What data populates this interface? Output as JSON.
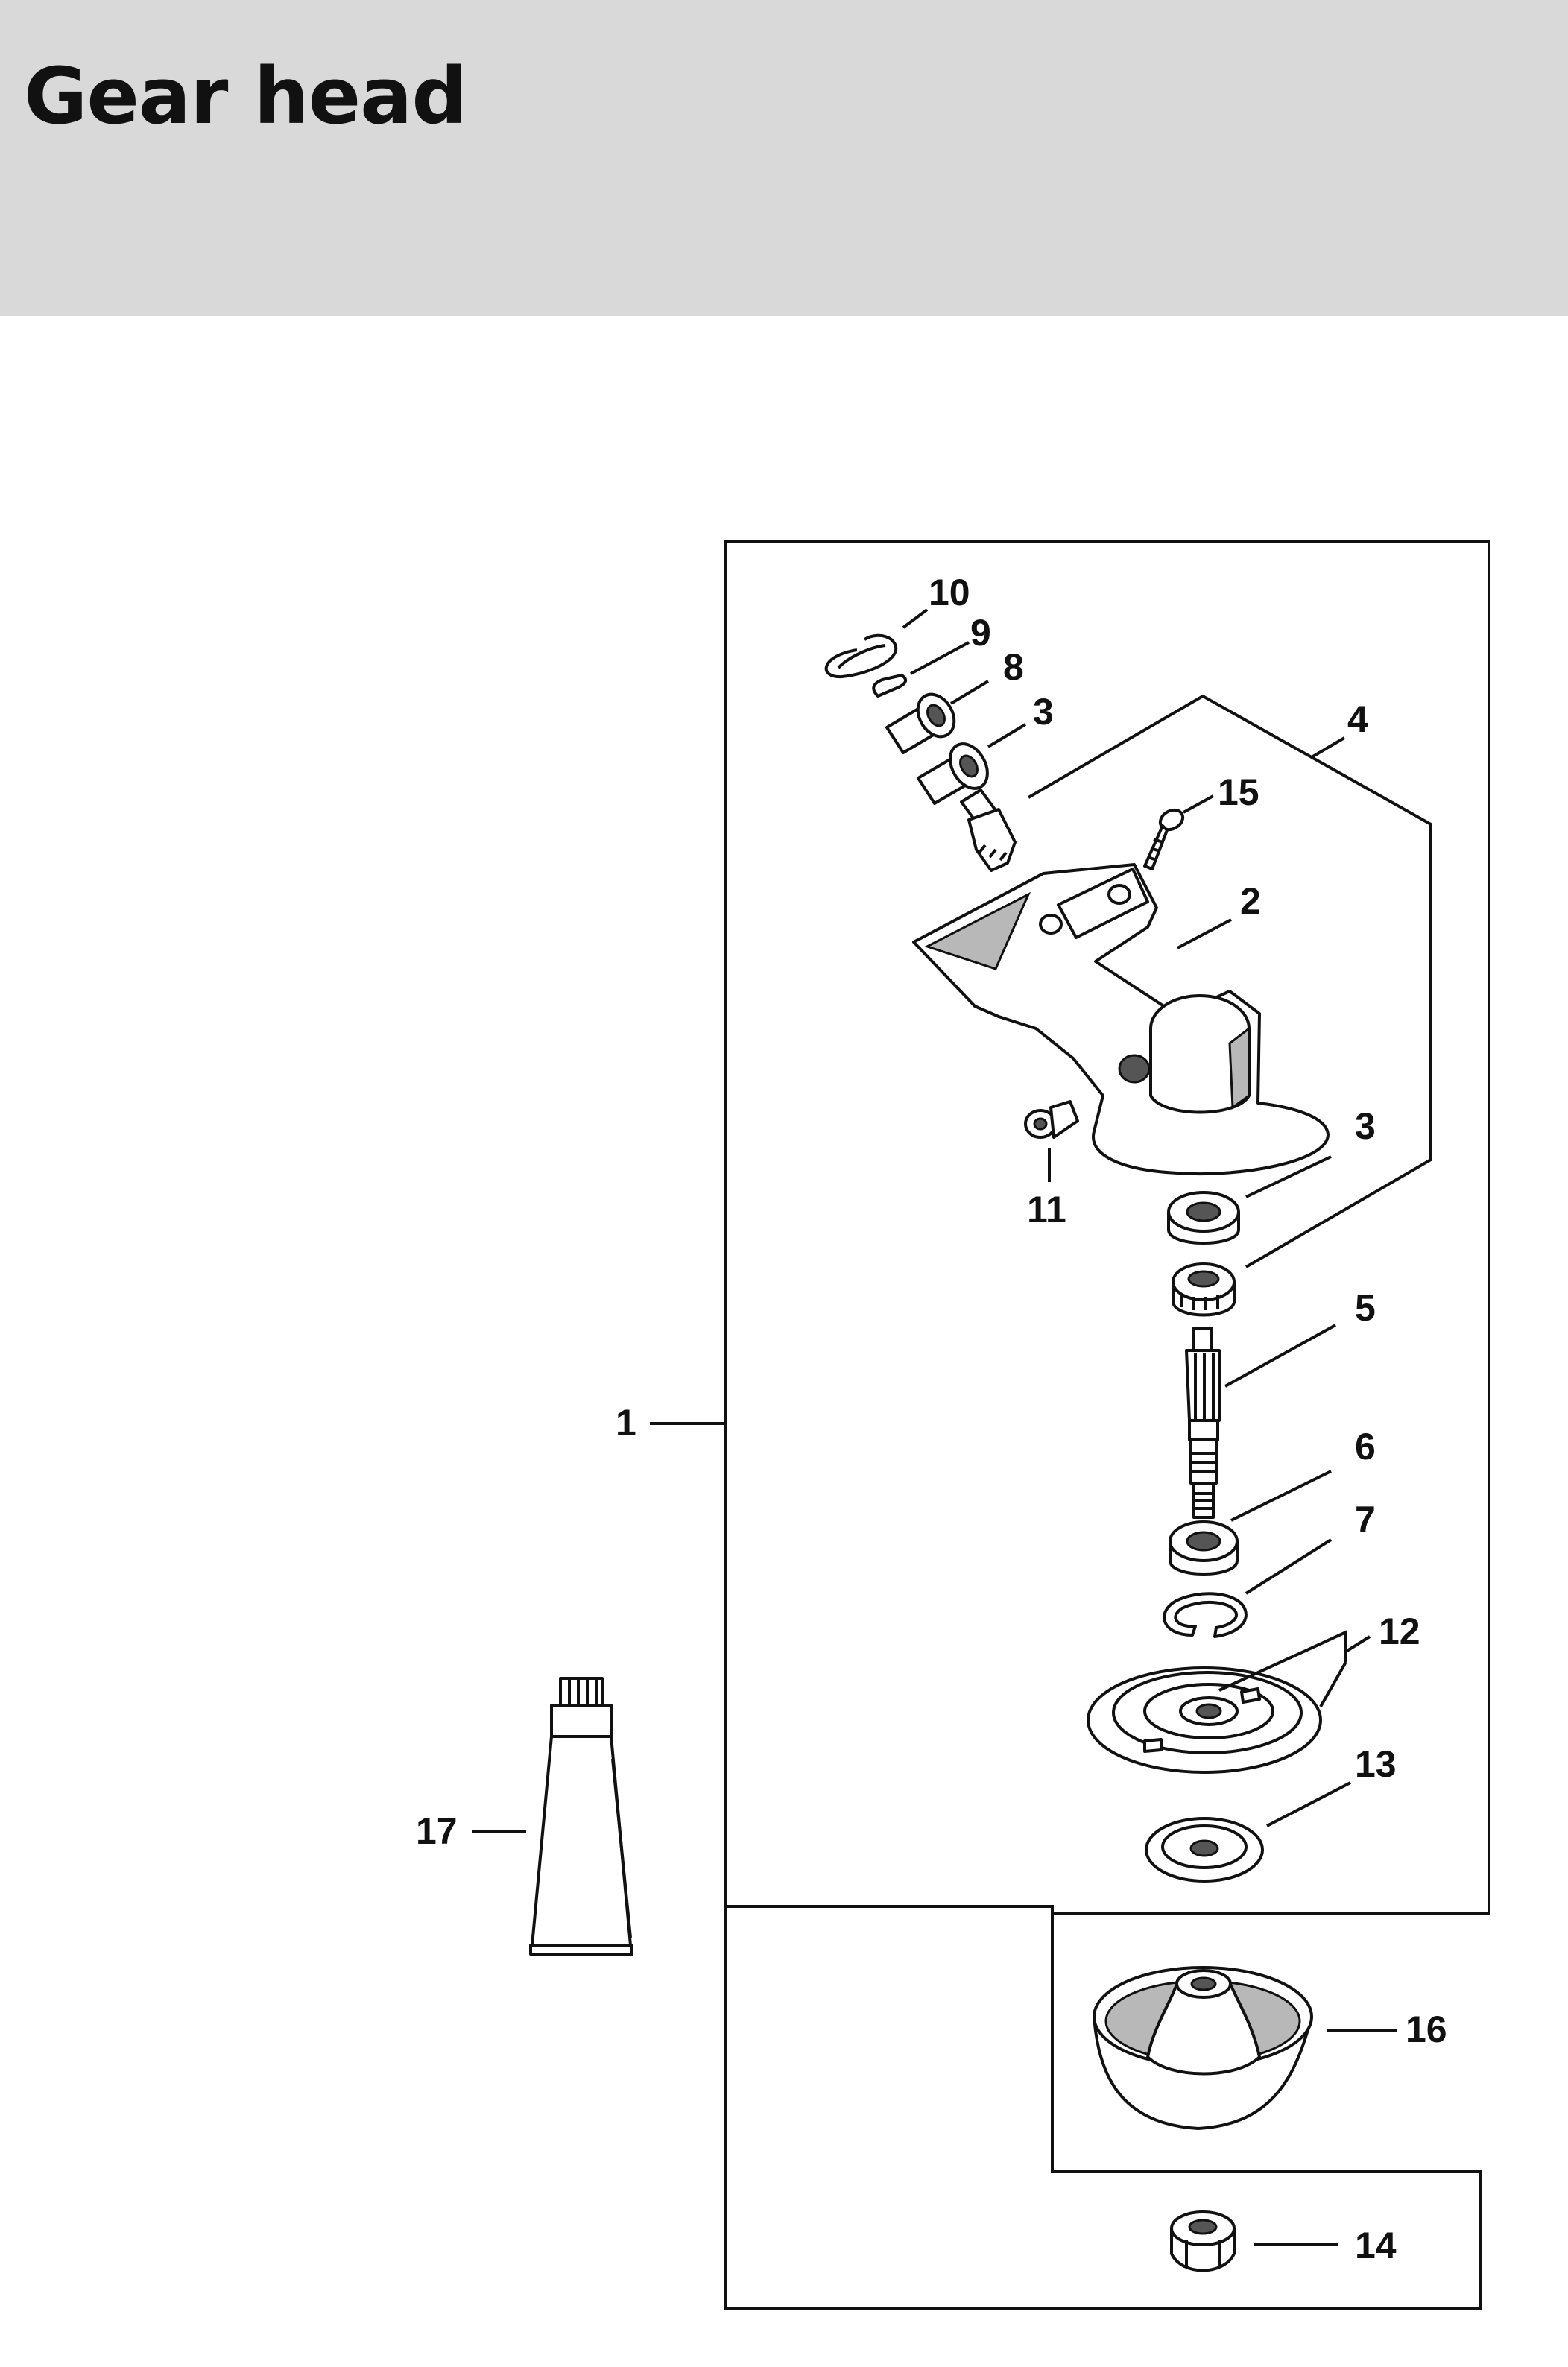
{
  "page": {
    "title": "Gear head"
  },
  "callouts": {
    "c1": "1",
    "c2": "2",
    "c3a": "3",
    "c3b": "3",
    "c4": "4",
    "c5": "5",
    "c6": "6",
    "c7": "7",
    "c8": "8",
    "c9": "9",
    "c10": "10",
    "c11": "11",
    "c12": "12",
    "c13": "13",
    "c14": "14",
    "c15": "15",
    "c16": "16",
    "c17": "17"
  },
  "colors": {
    "header_bg": "#d9d9d9",
    "line": "#111111"
  }
}
